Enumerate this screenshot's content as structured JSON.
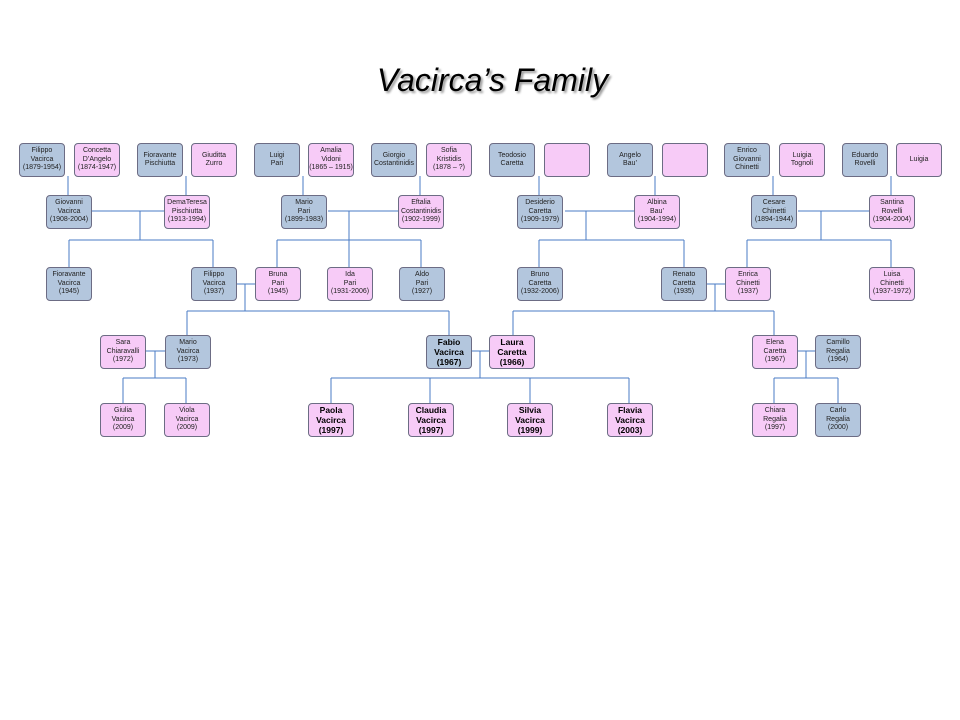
{
  "title": "Vacirca’s Family",
  "colors": {
    "male": "#b3c6dd",
    "female": "#f7cbf7",
    "line": "#4a7bc4",
    "border": "#6c6c84"
  },
  "people": [
    {
      "id": "filippo_sr",
      "text": "Filippo\nVacirca\n(1879-1954)",
      "sex": "m"
    },
    {
      "id": "concetta",
      "text": "Concetta\nD’Angelo\n(1874-1947)",
      "sex": "f"
    },
    {
      "id": "fioravante_p",
      "text": "Fioravante\nPischiutta",
      "sex": "m"
    },
    {
      "id": "giuditta",
      "text": "Giuditta\nZurro",
      "sex": "f"
    },
    {
      "id": "luigi_pari",
      "text": "Luigi\nPari",
      "sex": "m"
    },
    {
      "id": "amalia",
      "text": "Amalia\nVidoni\n(1865 – 1915)",
      "sex": "f"
    },
    {
      "id": "giorgio",
      "text": "Giorgio\nCostantinidis",
      "sex": "m"
    },
    {
      "id": "sofia",
      "text": "Sofia\nKristidis\n(1878 – ?)",
      "sex": "f"
    },
    {
      "id": "teodosio",
      "text": "Teodosio\nCaretta",
      "sex": "m"
    },
    {
      "id": "unknown1",
      "text": "",
      "sex": "f"
    },
    {
      "id": "angelo",
      "text": "Angelo\nBau’",
      "sex": "m"
    },
    {
      "id": "unknown2",
      "text": "",
      "sex": "f"
    },
    {
      "id": "enrico",
      "text": "Enrico\nGiovanni\nChinetti",
      "sex": "m"
    },
    {
      "id": "luigia_t",
      "text": "Luigia\nTognoli",
      "sex": "f"
    },
    {
      "id": "eduardo",
      "text": "Eduardo\nRovelli",
      "sex": "m"
    },
    {
      "id": "luigia",
      "text": "Luigia",
      "sex": "f"
    },
    {
      "id": "giovanni",
      "text": "Giovanni\nVacirca\n(1908-2004)",
      "sex": "m"
    },
    {
      "id": "dematheresa",
      "text": "DemaTeresa\nPischiutta\n(1913-1994)",
      "sex": "f"
    },
    {
      "id": "mario_pari",
      "text": "Mario\nPari\n(1899-1983)",
      "sex": "m"
    },
    {
      "id": "eftalia",
      "text": "Eftalia\nCostantinidis\n(1902-1999)",
      "sex": "f"
    },
    {
      "id": "desiderio",
      "text": "Desiderio\nCaretta\n(1909-1979)",
      "sex": "m"
    },
    {
      "id": "albina",
      "text": "Albina\nBau’\n(1904-1994)",
      "sex": "f"
    },
    {
      "id": "cesare",
      "text": "Cesare\nChinetti\n(1894-1944)",
      "sex": "m"
    },
    {
      "id": "santina",
      "text": "Santina\nRovelli\n(1904-2004)",
      "sex": "f"
    },
    {
      "id": "fioravante_v",
      "text": "Fioravante\nVacirca\n(1945)",
      "sex": "m"
    },
    {
      "id": "filippo",
      "text": "Filippo\nVacirca\n(1937)",
      "sex": "m"
    },
    {
      "id": "bruna",
      "text": "Bruna\nPari\n(1945)",
      "sex": "f"
    },
    {
      "id": "ida",
      "text": "Ida\nPari\n(1931-2006)",
      "sex": "f"
    },
    {
      "id": "aldo",
      "text": "Aldo\nPari\n(1927)",
      "sex": "m"
    },
    {
      "id": "bruno",
      "text": "Bruno\nCaretta\n(1932-2006)",
      "sex": "m"
    },
    {
      "id": "renato",
      "text": "Renato\nCaretta\n(1935)",
      "sex": "m"
    },
    {
      "id": "enrica",
      "text": "Enrica\nChinetti\n(1937)",
      "sex": "f"
    },
    {
      "id": "luisa",
      "text": "Luisa\nChinetti\n(1937-1972)",
      "sex": "f"
    },
    {
      "id": "sara",
      "text": "Sara\nChiaravalli\n(1972)",
      "sex": "f"
    },
    {
      "id": "mario_v",
      "text": "Mario\nVacirca\n(1973)",
      "sex": "m"
    },
    {
      "id": "fabio",
      "text": "Fabio\nVacirca\n(1967)",
      "sex": "m",
      "bold": true
    },
    {
      "id": "laura",
      "text": "Laura\nCaretta\n(1966)",
      "sex": "f",
      "bold": true
    },
    {
      "id": "elena",
      "text": "Elena\nCaretta\n(1967)",
      "sex": "f"
    },
    {
      "id": "camillo",
      "text": "Camillo\nRegalia\n(1964)",
      "sex": "m"
    },
    {
      "id": "giulia",
      "text": "Giulia\nVacirca\n(2009)",
      "sex": "f"
    },
    {
      "id": "viola",
      "text": "Viola\nVacirca\n(2009)",
      "sex": "f"
    },
    {
      "id": "paola",
      "text": "Paola\nVacirca\n(1997)",
      "sex": "f",
      "bold": true
    },
    {
      "id": "claudia",
      "text": "Claudia\nVacirca\n(1997)",
      "sex": "f",
      "bold": true
    },
    {
      "id": "silvia",
      "text": "Silvia\nVacirca\n(1999)",
      "sex": "f",
      "bold": true
    },
    {
      "id": "flavia",
      "text": "Flavia\nVacirca\n(2003)",
      "sex": "f",
      "bold": true
    },
    {
      "id": "chiara",
      "text": "Chiara\nRegalia\n(1997)",
      "sex": "f"
    },
    {
      "id": "carlo",
      "text": "Carlo\nRegalia\n(2000)",
      "sex": "m"
    }
  ]
}
